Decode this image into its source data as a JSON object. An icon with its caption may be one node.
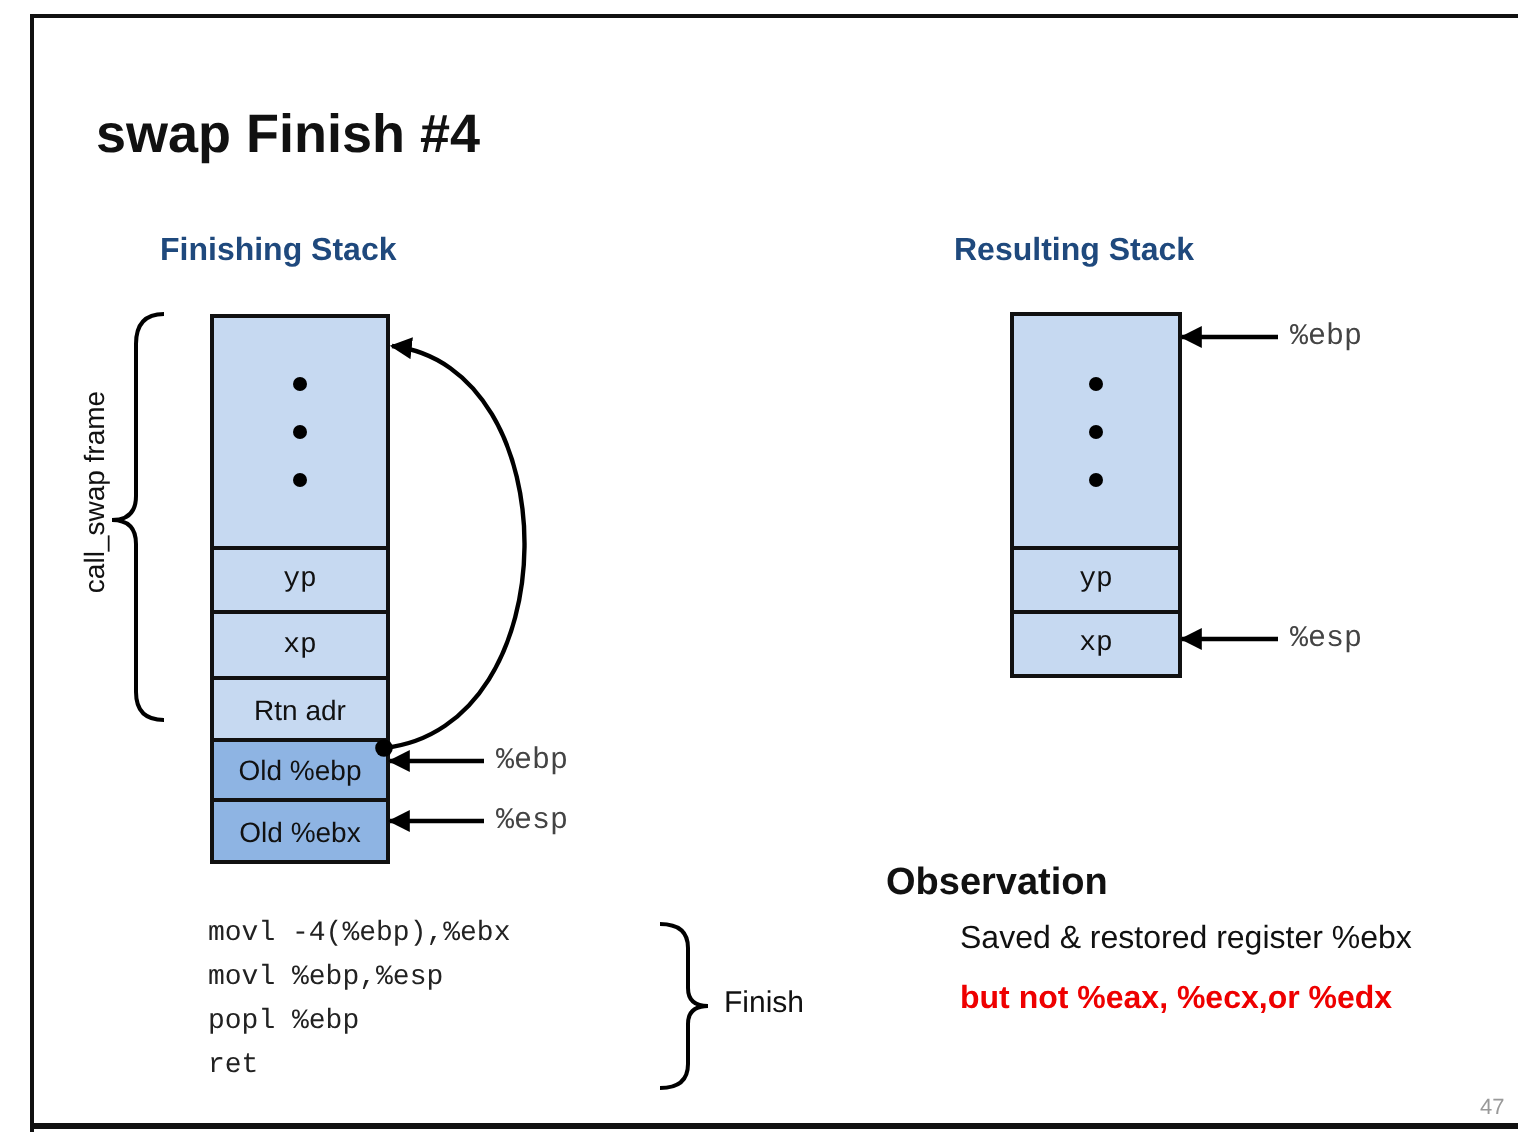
{
  "diagram": {
    "title": "swap Finish #4",
    "nodes": [
      {
        "text": [],
        "shape": "box"
      },
      {
        "text": [
          "yp"
        ]
      },
      {
        "text": [
          "xp"
        ]
      },
      {
        "text": [
          "Rtn adr"
        ]
      },
      {
        "text": [
          "Old %ebp"
        ]
      },
      {
        "text": [
          "Old %ebx"
        ]
      },
      {
        "text": [
          "%ebp"
        ]
      },
      {
        "text": [
          "%esp"
        ]
      },
      {
        "text": [],
        "shape": "box"
      },
      {
        "text": [
          "yp"
        ]
      },
      {
        "text": [
          "xp"
        ]
      },
      {
        "text": [
          "%ebp"
        ]
      },
      {
        "text": [
          "%esp"
        ]
      }
    ],
    "edges": [
      {
        "from": 4,
        "to": 0,
        "arrow": "to"
      },
      {
        "from": 6,
        "to": 4,
        "arrow": "to"
      },
      {
        "from": 7,
        "to": 5,
        "arrow": "to"
      },
      {
        "from": 11,
        "to": 8,
        "arrow": "to"
      },
      {
        "from": 12,
        "to": 10,
        "arrow": "to"
      }
    ],
    "labels": [
      "Finishing Stack",
      "Resulting Stack",
      "call_swap frame",
      "movl -4(%ebp),%ebx",
      "movl %ebp,%esp",
      "popl %ebp",
      "ret",
      "Finish",
      "Observation",
      "Saved & restored register %ebx",
      "but not %eax, %ecx,or %edx",
      "47"
    ]
  }
}
